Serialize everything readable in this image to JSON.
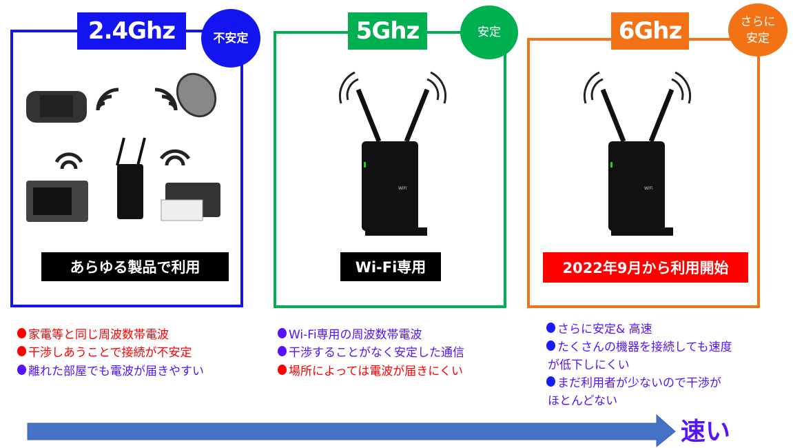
{
  "colors": {
    "band24": "#1414f0",
    "band5": "#00b050",
    "band6": "#f47216",
    "red": "#ff0000",
    "purple": "#5512ff",
    "blue": "#1a1aff",
    "arrow": "#4472c4"
  },
  "bands": [
    {
      "label": "2.4Ghz",
      "badge": "不安定",
      "caption": "あらゆる製品で利用",
      "points": [
        {
          "text": "家電等と同じ周波数帯電波",
          "color": "red"
        },
        {
          "text": "干渉しあうことで接続が不安定",
          "color": "red"
        },
        {
          "text": "離れた部屋でも電波が届きやすい",
          "color": "purple"
        }
      ]
    },
    {
      "label": "5Ghz",
      "badge": "安定",
      "caption": "Wi-Fi専用",
      "points": [
        {
          "text": "Wi-Fi専用の周波数帯電波",
          "color": "purple"
        },
        {
          "text": "干渉することがなく安定した通信",
          "color": "purple"
        },
        {
          "text": "場所によっては電波が届きにくい",
          "color": "red"
        }
      ]
    },
    {
      "label": "6Ghz",
      "badge": "さらに安定",
      "badge_line1": "さらに",
      "badge_line2": "安定",
      "caption": "2022年9月から利用開始",
      "points": [
        {
          "text": "さらに安定& 高速",
          "color": "purple"
        },
        {
          "text": "たくさんの機器を接続しても速度",
          "cont": "が低下しにくい",
          "color": "purple"
        },
        {
          "text": "まだ利用者が少ないので干渉が",
          "cont": "ほとんどない",
          "color": "purple"
        }
      ]
    }
  ],
  "router_brand": "WiFi",
  "arrow_label": "速い",
  "icons": [
    "game-controller-icon",
    "mouse-icon",
    "microwave-icon",
    "printer-icon",
    "wifi-signal-icon",
    "router-icon"
  ]
}
